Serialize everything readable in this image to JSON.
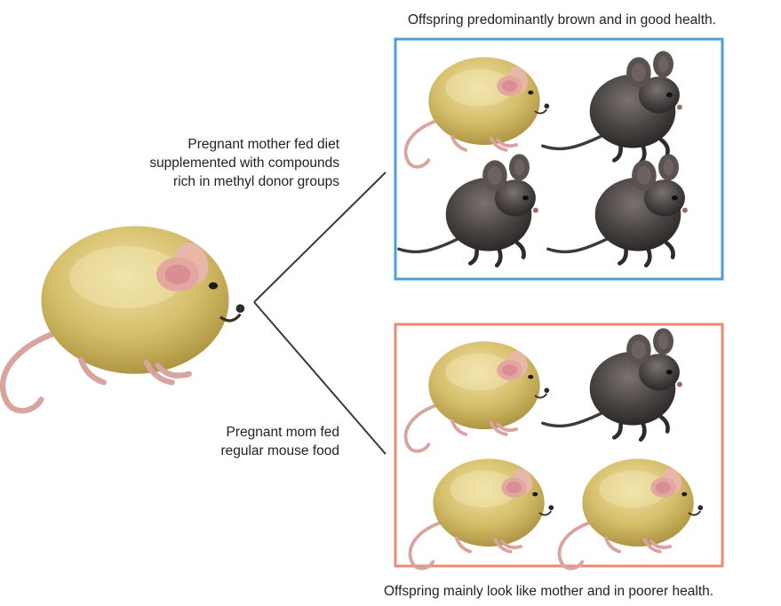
{
  "captions": {
    "top": "Offspring predominantly brown and in good health.",
    "bottom": "Offspring mainly look like mother and in poorer health."
  },
  "branches": {
    "supplemented": {
      "lines": [
        "Pregnant mother fed diet",
        "supplemented with compounds",
        "rich in methyl donor groups"
      ]
    },
    "regular": {
      "lines": [
        "Pregnant mom fed",
        "regular mouse food"
      ]
    }
  },
  "colors": {
    "top_box_border": "#4a9fdc",
    "bottom_box_border": "#ef8a72",
    "yellow_fur": "#d4bd6a",
    "brown_fur": "#4a4543",
    "connector": "#3a3a3a"
  },
  "icons": {
    "mother": "yellow-mouse-icon",
    "yellow_offspring": "yellow-mouse-icon",
    "brown_offspring": "brown-mouse-icon"
  },
  "groups": {
    "top": [
      "yellow",
      "brown",
      "brown",
      "brown"
    ],
    "bottom": [
      "yellow",
      "brown",
      "yellow",
      "yellow"
    ]
  }
}
